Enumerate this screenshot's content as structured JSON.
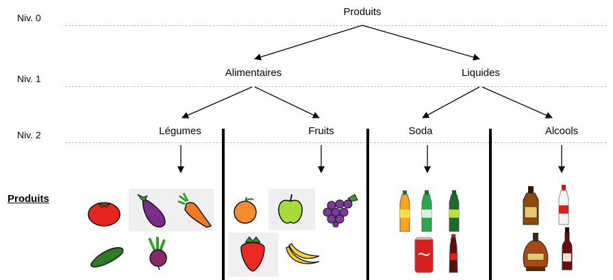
{
  "levels": [
    "Niv. 0",
    "Niv. 1",
    "Niv. 2"
  ],
  "nodes": {
    "root": "Produits",
    "alimentaires": "Alimentaires",
    "liquides": "Liquides",
    "legumes": "Légumes",
    "fruits": "Fruits",
    "soda": "Soda",
    "alcools": "Alcools"
  },
  "products_label": "Produits",
  "icons": {
    "legumes": [
      "tomato-icon",
      "eggplant-icon",
      "carrot-icon",
      "cucumber-icon",
      "beetroot-icon"
    ],
    "fruits": [
      "peach-icon",
      "apple-icon",
      "grapes-icon",
      "strawberry-icon",
      "banana-icon"
    ],
    "soda": [
      "orange-soda-bottle-icon",
      "green-soda-bottle-icon",
      "sprite-bottle-icon",
      "cola-can-icon",
      "cola-bottle-icon"
    ],
    "alcools": [
      "whisky-bottle-icon",
      "vodka-bottle-icon",
      "cognac-bottle-icon",
      "wine-bottle-icon"
    ]
  }
}
